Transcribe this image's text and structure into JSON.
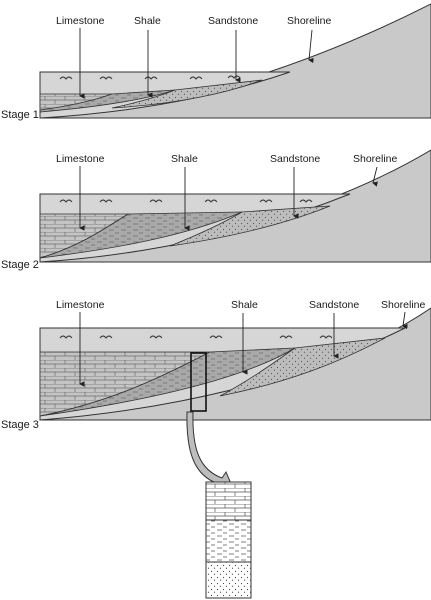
{
  "stages": [
    {
      "name": "Stage 1",
      "labels": {
        "limestone": "Limestone",
        "shale": "Shale",
        "sandstone": "Sandstone",
        "shoreline": "Shoreline"
      }
    },
    {
      "name": "Stage 2",
      "labels": {
        "limestone": "Limestone",
        "shale": "Shale",
        "sandstone": "Sandstone",
        "shoreline": "Shoreline"
      }
    },
    {
      "name": "Stage 3",
      "labels": {
        "limestone": "Limestone",
        "shale": "Shale",
        "sandstone": "Sandstone",
        "shoreline": "Shoreline"
      }
    }
  ],
  "colors": {
    "water": "#d6d6d6",
    "land": "#c9c9c9",
    "limestone": "#c4c4c4",
    "shale": "#a9a9a9",
    "sandstone": "#bdbdbd",
    "ink": "#222222"
  },
  "icons": [
    "wave-icon",
    "arrow-icon"
  ]
}
